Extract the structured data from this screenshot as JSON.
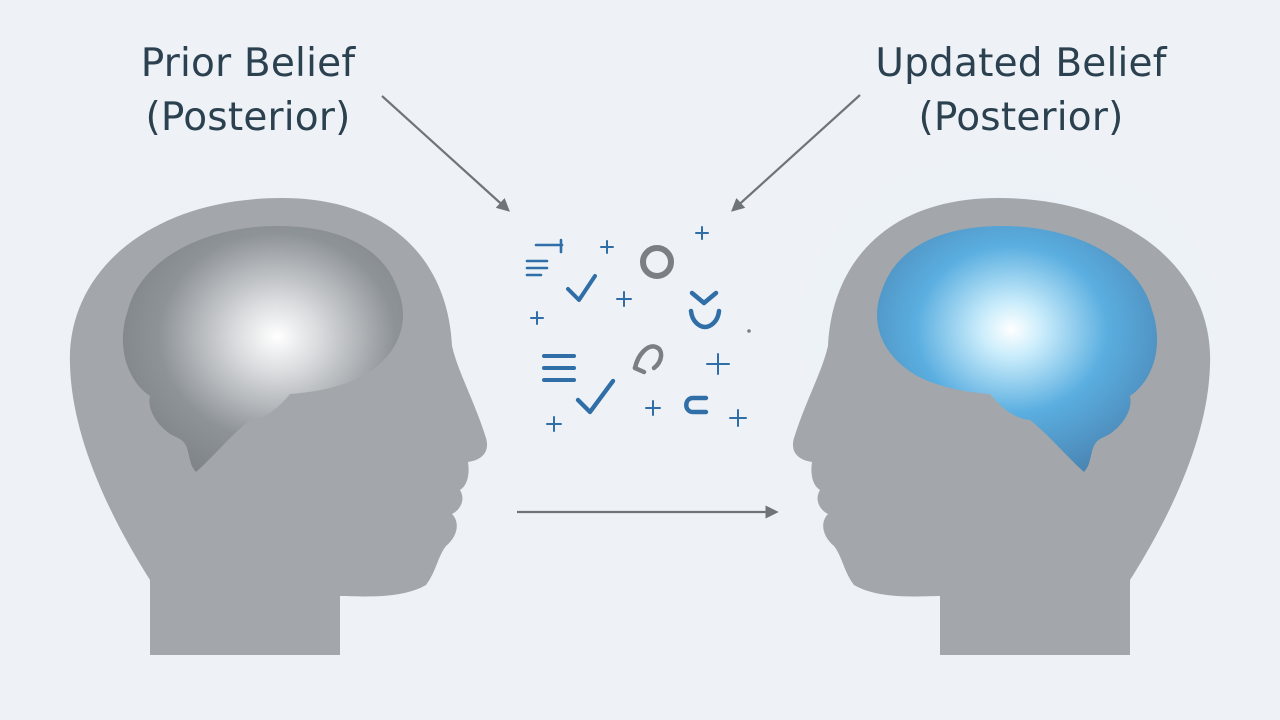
{
  "labels": {
    "prior": {
      "line1": "Prior Belief",
      "line2": "(Posterior)"
    },
    "updated": {
      "line1": "Updated Belief",
      "line2": "(Posterior)"
    }
  },
  "colors": {
    "background": "#eef2f6",
    "head": "#a3a7ab",
    "brain_prior": "#8a8f94",
    "brain_updated": "#5ea9d8",
    "glow_updated": "#cfe6f6",
    "arrow": "#6f7478",
    "symbols_blue": "#2f6ea6",
    "symbols_gray": "#7b7f84",
    "text": "#2b4150"
  },
  "icons": [
    "left-head-icon",
    "right-head-icon",
    "gray-brain-icon",
    "blue-brain-icon",
    "evidence-symbols-icon",
    "arrow-icon"
  ]
}
